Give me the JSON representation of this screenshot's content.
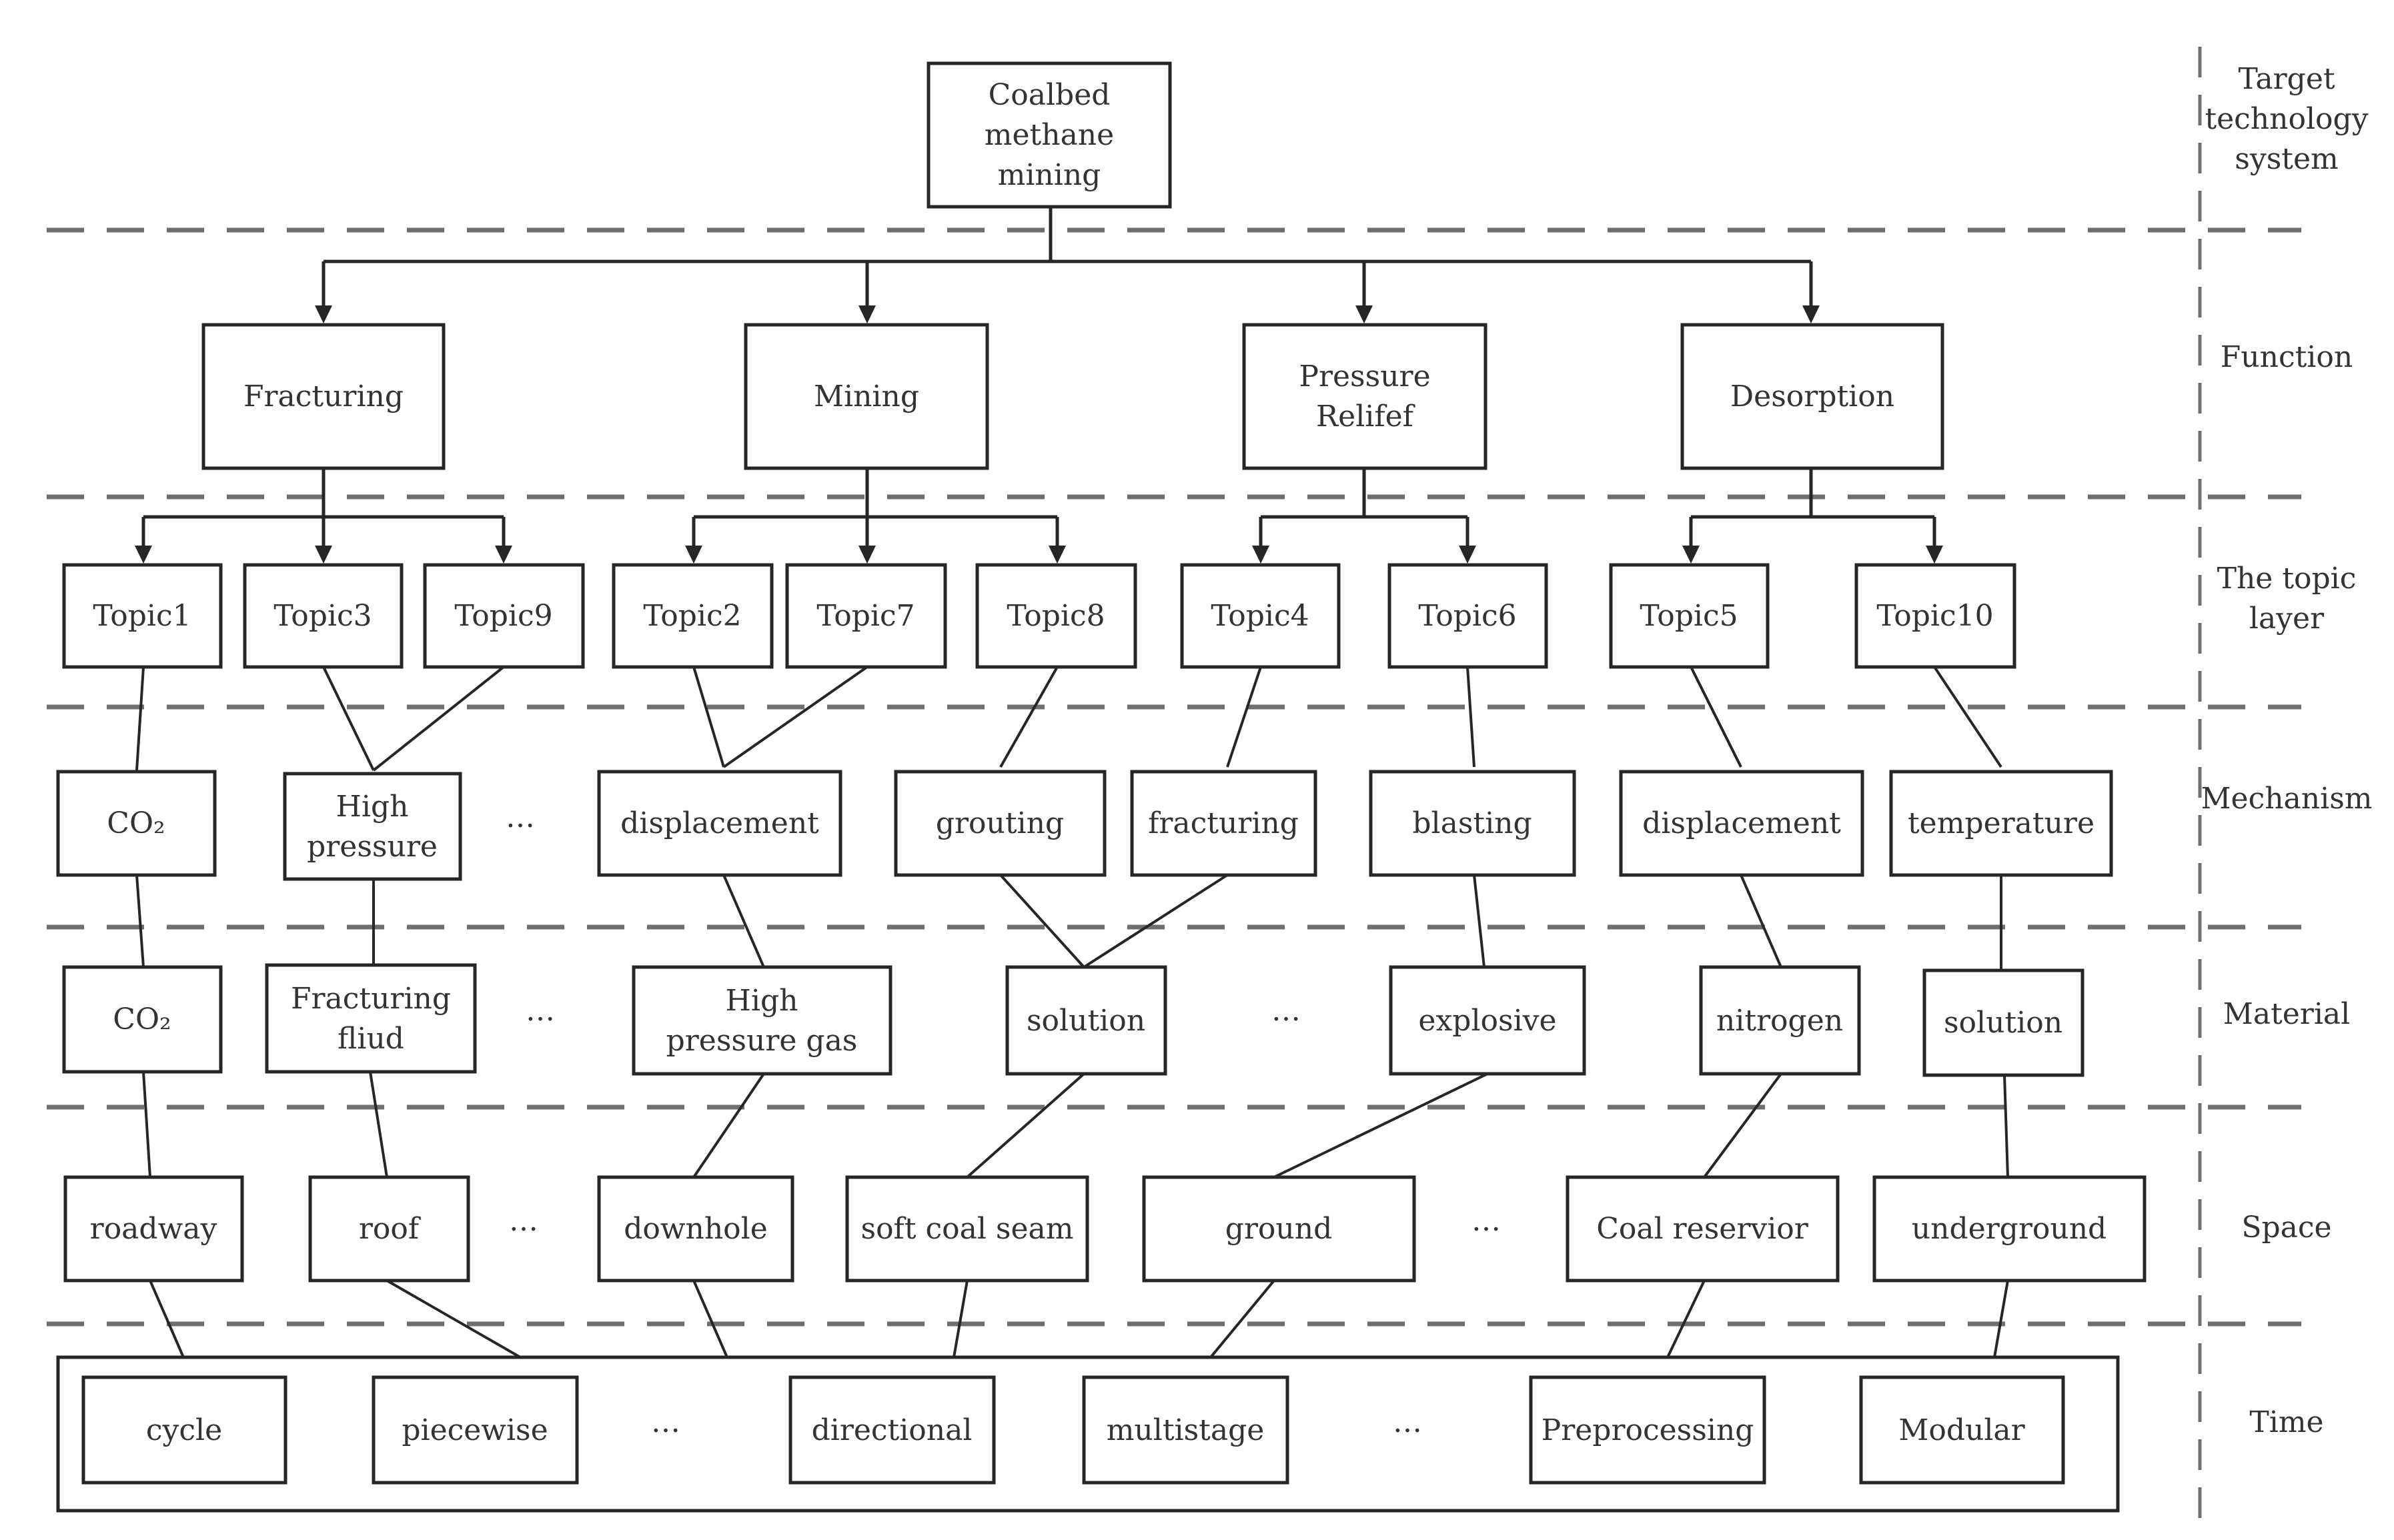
{
  "root": "Coalbed methane mining",
  "layers": {
    "target": "Target technology system",
    "function": "Function",
    "topic": "The topic layer",
    "mechanism": "Mechanism",
    "material": "Material",
    "space": "Space",
    "time": "Time"
  },
  "functions": [
    "Fracturing",
    "Mining",
    "Pressure Relifef",
    "Desorption"
  ],
  "topics": [
    "Topic1",
    "Topic3",
    "Topic9",
    "Topic2",
    "Topic7",
    "Topic8",
    "Topic4",
    "Topic6",
    "Topic5",
    "Topic10"
  ],
  "mechanisms": [
    "CO₂",
    "High pressure",
    "displacement",
    "grouting",
    "fracturing",
    "blasting",
    "displacement",
    "temperature"
  ],
  "materials": [
    "CO₂",
    "Fracturing fliud",
    "High pressure gas",
    "solution",
    "explosive",
    "nitrogen",
    "solution"
  ],
  "spaces": [
    "roadway",
    "roof",
    "downhole",
    "soft coal seam",
    "ground",
    "Coal reservior",
    "underground"
  ],
  "times": [
    "cycle",
    "piecewise",
    "directional",
    "multistage",
    "Preprocessing",
    "Modular"
  ],
  "ellipsis": "…"
}
